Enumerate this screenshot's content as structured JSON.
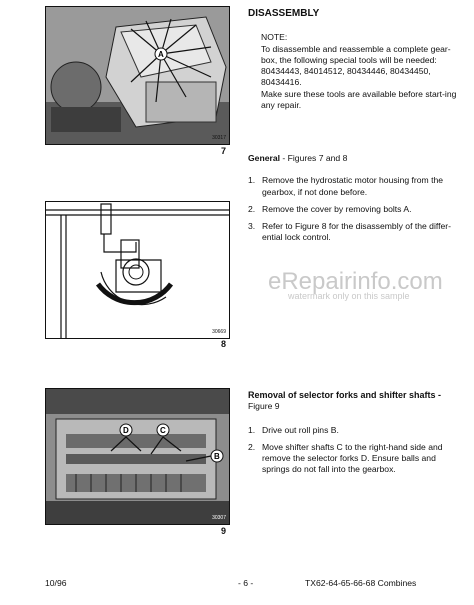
{
  "figures": [
    {
      "code": "30317",
      "number": "7"
    },
    {
      "code": "30669",
      "number": "8"
    },
    {
      "code": "30307",
      "number": "9"
    }
  ],
  "figure9_callouts": [
    "D",
    "C",
    "B"
  ],
  "disassembly": {
    "title": "DISASSEMBLY",
    "note_label": "NOTE:",
    "note_text": "To disassemble and reassemble a complete gear-box, the following special tools will be needed: 80434443, 84014512, 80434446, 80434450, 80434416.",
    "note_text2": "Make sure these tools are available before start-ing any repair."
  },
  "general": {
    "title": "General",
    "subtitle": " - Figures 7 and 8",
    "steps": [
      {
        "n": "1.",
        "text": "Remove the hydrostatic motor housing from the gearbox, if not done before."
      },
      {
        "n": "2.",
        "text": "Remove the cover by removing bolts A."
      },
      {
        "n": "3.",
        "text": "Refer to Figure 8 for the disassembly of the differ-ential lock control."
      }
    ]
  },
  "selector": {
    "title": "Removal of selector forks and shifter shafts -",
    "subtitle": "Figure 9",
    "steps": [
      {
        "n": "1.",
        "text": "Drive out roll pins B."
      },
      {
        "n": "2.",
        "text": "Move shifter shafts C to the right-hand side and remove the selector forks D. Ensure balls and springs do not fall into the gearbox."
      }
    ]
  },
  "watermark": {
    "line1": "eRepairinfo.com",
    "line2": "watermark only on this sample"
  },
  "footer": {
    "left": "10/96",
    "center": "- 6 -",
    "right": "TX62-64-65-66-68 Combines"
  }
}
